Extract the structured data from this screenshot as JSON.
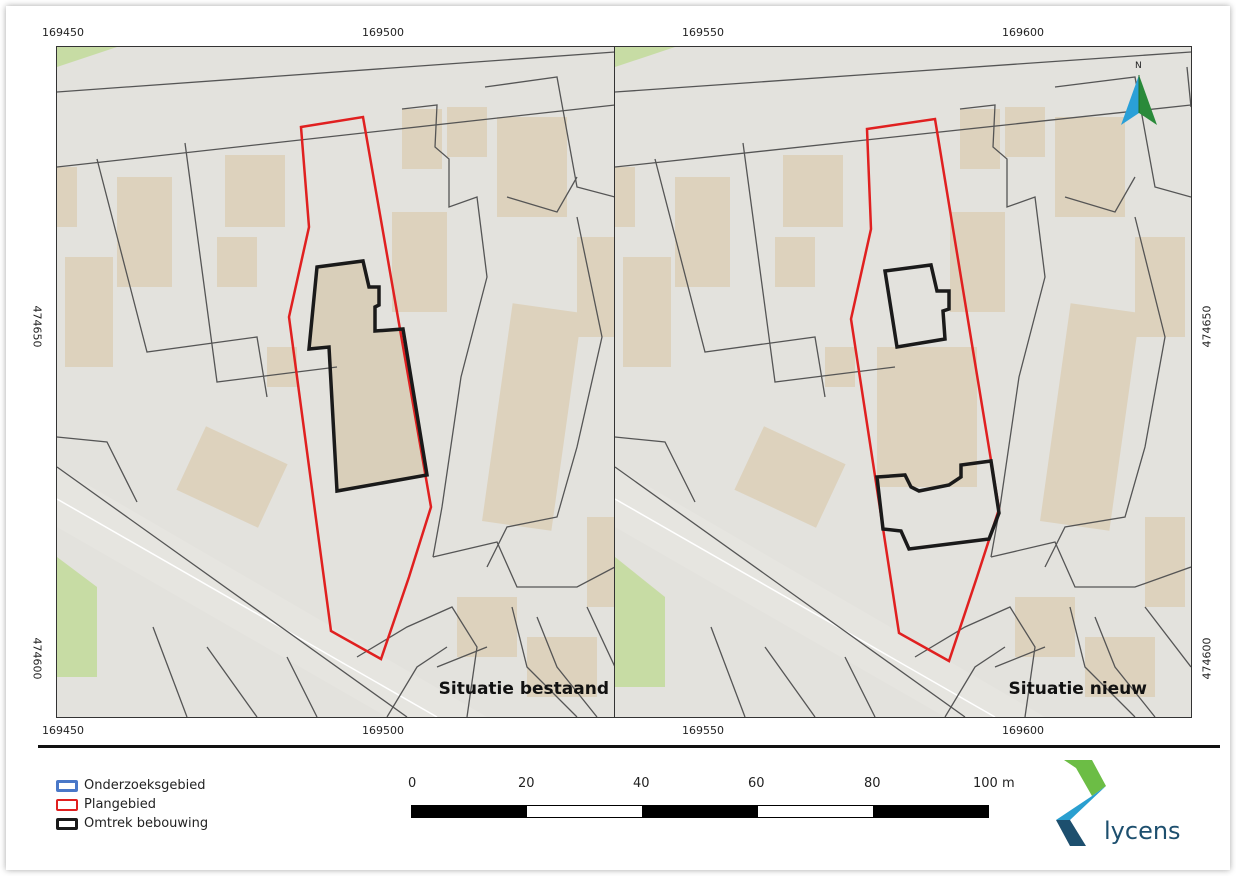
{
  "maps": [
    {
      "label": "Situatie bestaand",
      "x_ticks": [
        "169450",
        "169500"
      ],
      "y_ticks": [
        "474650",
        "474600"
      ]
    },
    {
      "label": "Situatie nieuw",
      "x_ticks": [
        "169550",
        "169600"
      ],
      "y_ticks": [
        "474650",
        "474600"
      ]
    }
  ],
  "north_arrow": "N",
  "legend": {
    "items": [
      {
        "label": "Onderzoeksgebied",
        "color": "#4a78c8"
      },
      {
        "label": "Plangebied",
        "color": "#e02020"
      },
      {
        "label": "Omtrek bebouwing",
        "color": "#1a1a1a"
      }
    ]
  },
  "scale": {
    "labels": [
      "0",
      "20",
      "40",
      "60",
      "80",
      "100 m"
    ]
  },
  "logo": {
    "text": "lycens"
  },
  "colors": {
    "map_background": "#e3e2dd",
    "building": "#ddd2bd",
    "green": "#c7dca4",
    "parcel_line": "#555555",
    "plan_area": "#e02020",
    "building_outline": "#1a1a1a"
  }
}
